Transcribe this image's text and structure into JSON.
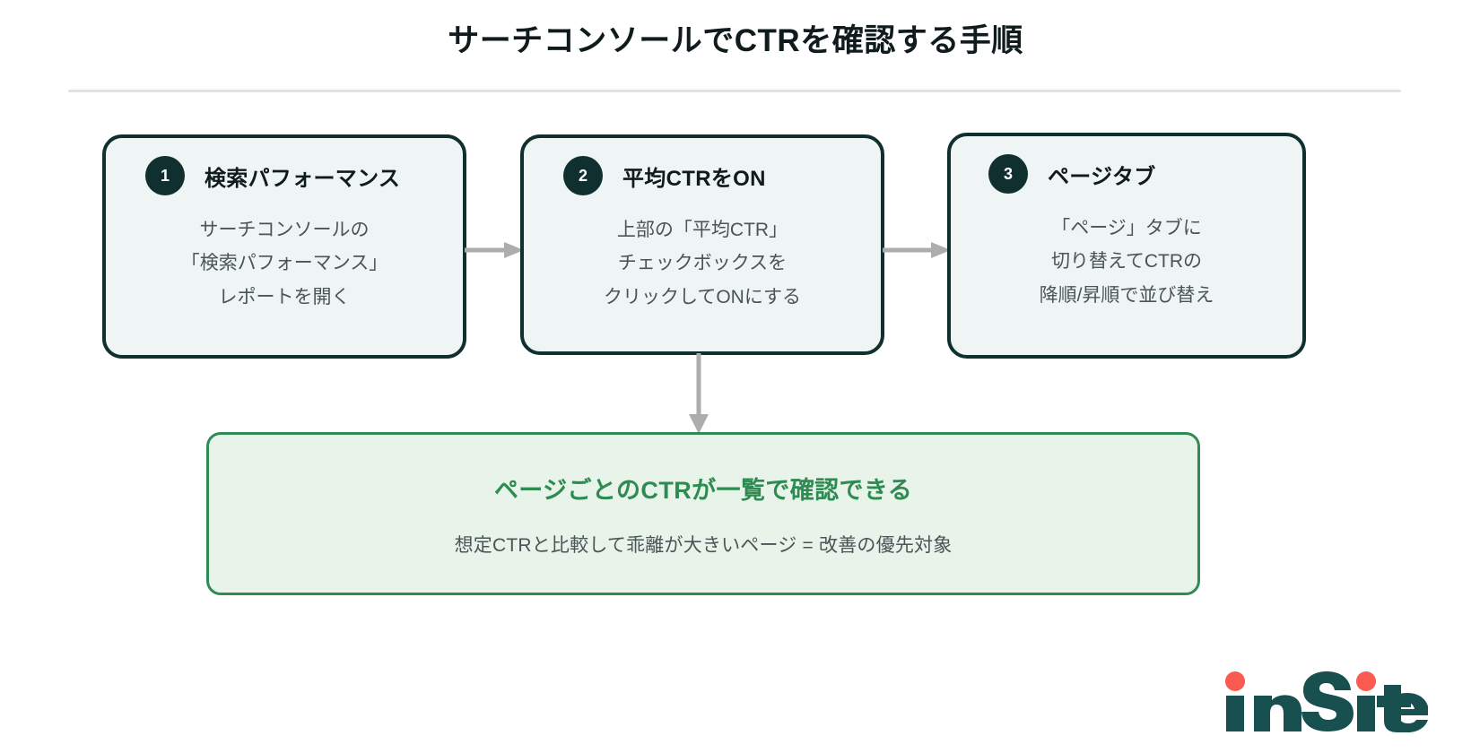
{
  "header": {
    "title": "サーチコンソールでCTRを確認する手順"
  },
  "steps": [
    {
      "number": "1",
      "title": "検索パフォーマンス",
      "body": "サーチコンソールの\n「検索パフォーマンス」\nレポートを開く"
    },
    {
      "number": "2",
      "title": "平均CTRをON",
      "body": "上部の「平均CTR」\nチェックボックスを\nクリックしてONにする"
    },
    {
      "number": "3",
      "title": "ページタブ",
      "body": "「ページ」タブに\n切り替えてCTRの\n降順/昇順で並び替え"
    }
  ],
  "result": {
    "title": "ページごとのCTRが一覧で確認できる",
    "subtitle": "想定CTRと比較して乖離が大きいページ = 改善の優先対象"
  },
  "logo": {
    "text_in": "in",
    "text_site": "Site",
    "full": "in Site"
  },
  "colors": {
    "card_border": "#10302f",
    "card_fill": "#eef5f4",
    "badge_bg": "#10302f",
    "result_border": "#2f8b55",
    "result_fill": "#e8f3ea",
    "result_title": "#2e8b52",
    "body_text": "#4a5556",
    "arrow": "#adadad",
    "logo_teal": "#18504f",
    "logo_dot": "#fb5a50",
    "rule": "#e2e2e2"
  }
}
